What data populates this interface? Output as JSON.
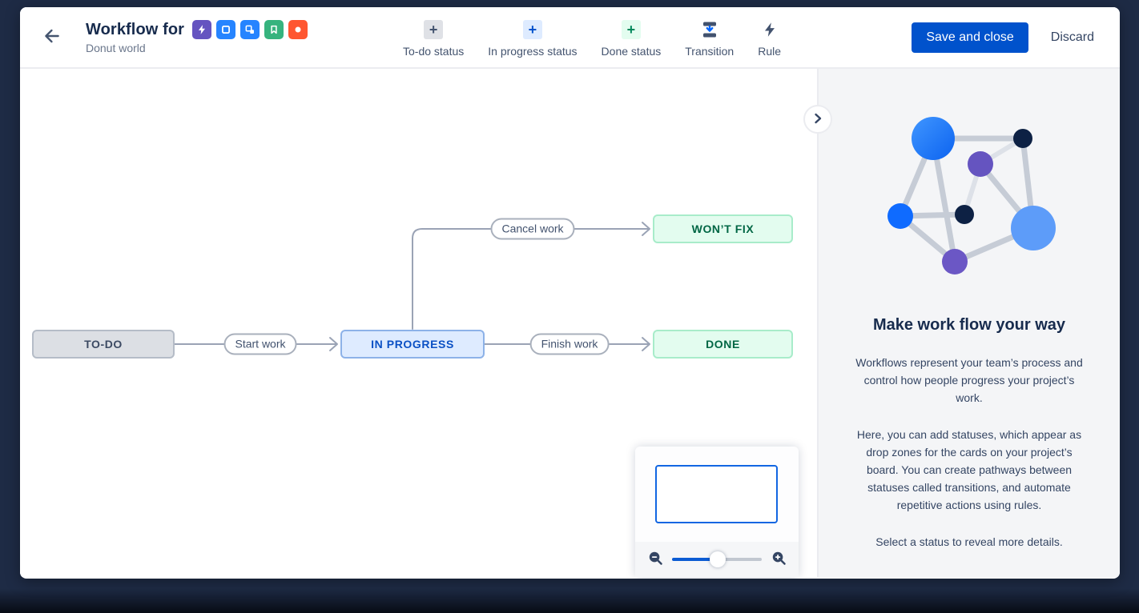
{
  "header": {
    "back_label": "Back",
    "title": "Workflow for",
    "subtitle": "Donut world",
    "issue_types": [
      {
        "name": "epic",
        "color": "#6554c0"
      },
      {
        "name": "task",
        "color": "#2684ff"
      },
      {
        "name": "subtask",
        "color": "#2684ff"
      },
      {
        "name": "story",
        "color": "#36b37e"
      },
      {
        "name": "bug",
        "color": "#ff5630"
      }
    ],
    "toolbar": [
      {
        "label": "To-do status",
        "icon": "plus-gray"
      },
      {
        "label": "In progress status",
        "icon": "plus-blue"
      },
      {
        "label": "Done status",
        "icon": "plus-green"
      },
      {
        "label": "Transition",
        "icon": "transition"
      },
      {
        "label": "Rule",
        "icon": "lightning"
      }
    ],
    "save_button": "Save and close",
    "discard_button": "Discard"
  },
  "workflow": {
    "statuses": [
      {
        "label": "TO-DO",
        "category": "todo"
      },
      {
        "label": "IN PROGRESS",
        "category": "in-progress"
      },
      {
        "label": "DONE",
        "category": "done"
      },
      {
        "label": "WON’T FIX",
        "category": "done"
      }
    ],
    "transitions": [
      {
        "label": "Start work",
        "from": "TO-DO",
        "to": "IN PROGRESS"
      },
      {
        "label": "Finish work",
        "from": "IN PROGRESS",
        "to": "DONE"
      },
      {
        "label": "Cancel work",
        "from": "IN PROGRESS",
        "to": "WON’T FIX"
      }
    ]
  },
  "minimap": {
    "zoom_slider_position": 0.51
  },
  "side_panel": {
    "heading": "Make work flow your way",
    "paragraphs": [
      "Workflows represent your team’s process and control how people progress your project’s work.",
      "Here, you can add statuses, which appear as drop zones for the cards on your project’s board. You can create pathways between statuses called transitions, and automate repetitive actions using rules.",
      "Select a status to reveal more details."
    ]
  },
  "colors": {
    "accent_blue": "#0052cc",
    "todo_bg": "#dcdfe4",
    "inprogress_bg": "#deebff",
    "done_bg": "#e3fcef",
    "panel_bg": "#f4f5f7",
    "frame_bg": "#1e2b45"
  }
}
